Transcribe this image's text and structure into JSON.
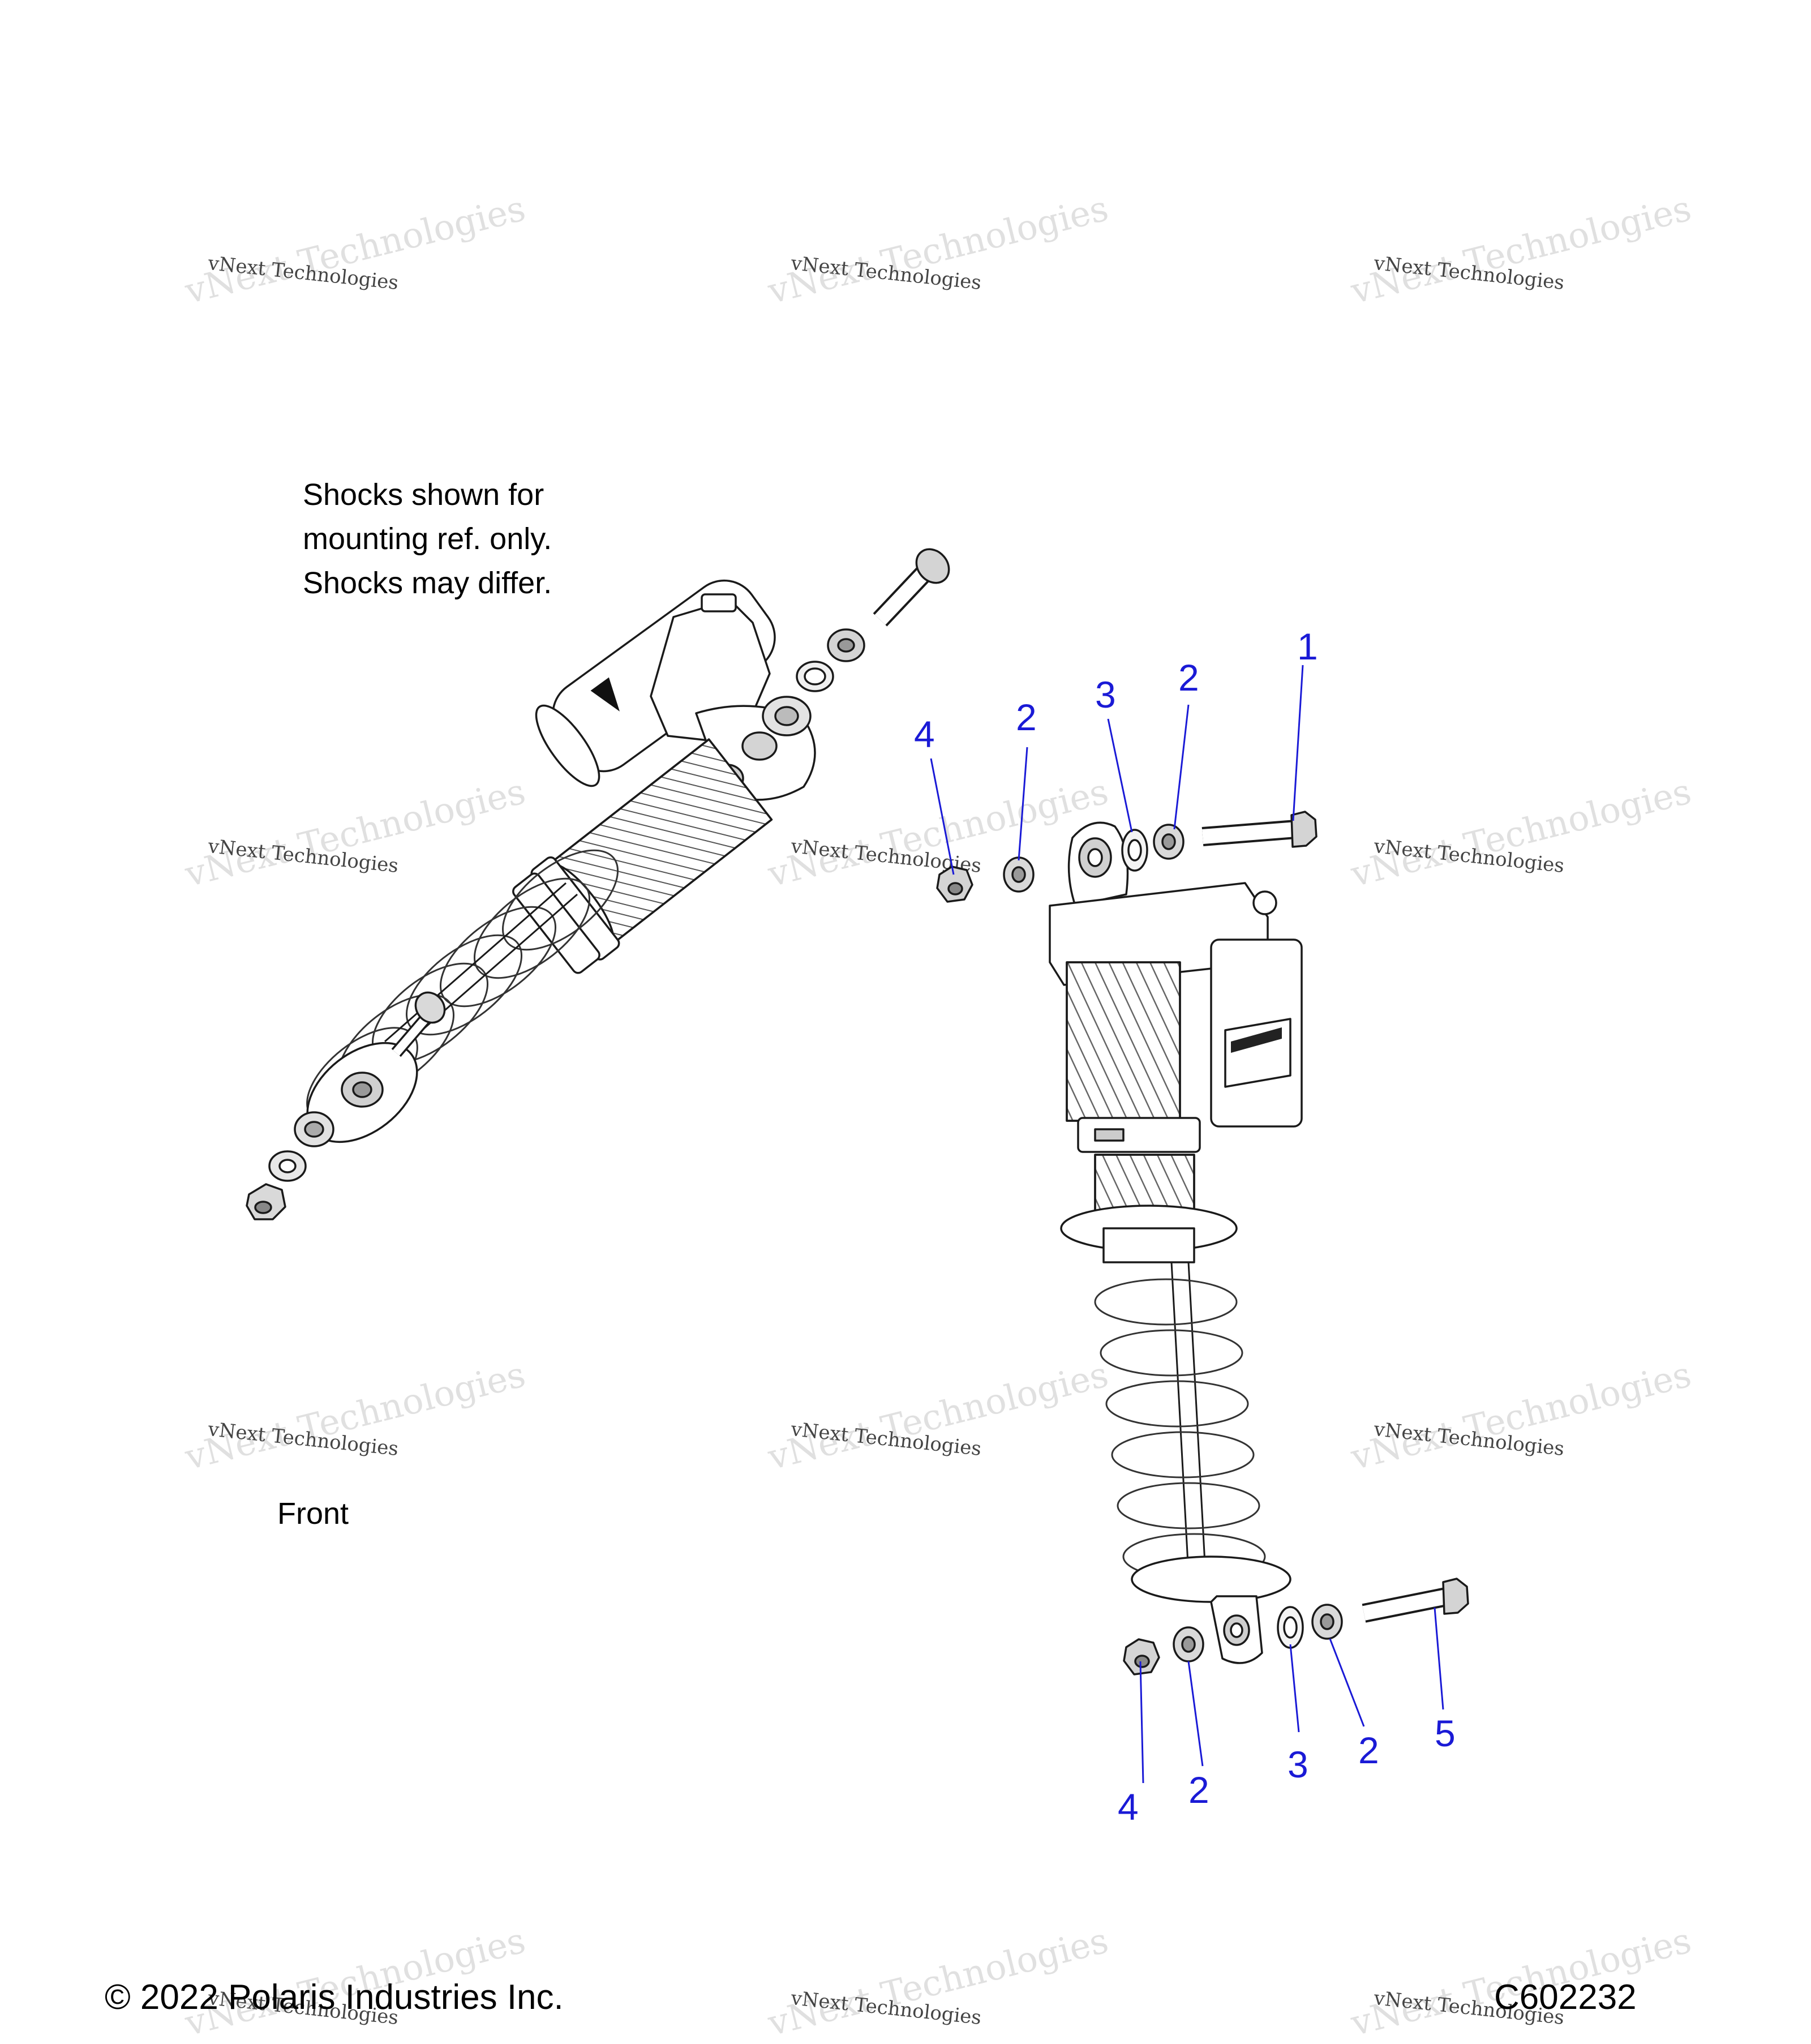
{
  "notes": {
    "shocks_line1": "Shocks shown for",
    "shocks_line2": "mounting ref. only.",
    "shocks_line3": "Shocks may differ.",
    "front": "Front",
    "copyright": "© 2022 Polaris Industries Inc.",
    "drawing_id": "C602232"
  },
  "watermark": {
    "line_big": "vNext Technologies",
    "line_small": "vNext Technologies"
  },
  "callouts": {
    "c1": "1",
    "c2a": "2",
    "c2b": "2",
    "c3a": "3",
    "c4a": "4",
    "c4b": "4",
    "c2c": "2",
    "c3b": "3",
    "c2d": "2",
    "c5": "5"
  },
  "colors": {
    "callout": "#1a1ad6",
    "line": "#1a1a1a",
    "part_fill": "#d9d9d9"
  }
}
